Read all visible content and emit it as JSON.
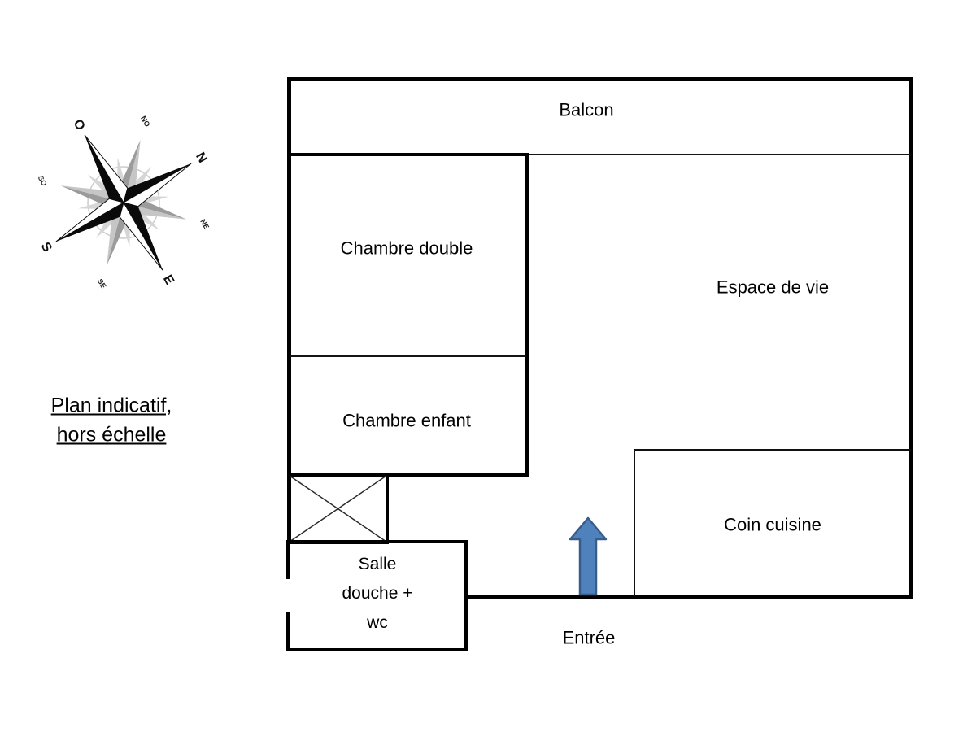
{
  "note": {
    "text": "Plan indicatif,\nhors échelle"
  },
  "compass": {
    "labels": {
      "o": "O",
      "no": "NO",
      "n": "N",
      "ne": "NE",
      "e": "E",
      "se": "SE",
      "s": "S",
      "so": "SO"
    }
  },
  "plan": {
    "rooms": {
      "balcony": {
        "label": "Balcon"
      },
      "double_bedroom": {
        "label": "Chambre double"
      },
      "child_bedroom": {
        "label": "Chambre enfant"
      },
      "living_area": {
        "label": "Espace de vie"
      },
      "kitchen": {
        "label": "Coin cuisine"
      },
      "bathroom": {
        "label": "Salle\ndouche +\nwc"
      },
      "entrance": {
        "label": "Entrée"
      }
    }
  },
  "colors": {
    "wall": "#000000",
    "text": "#000000",
    "arrow_fill": "#4f81bd",
    "arrow_stroke": "#385d8a"
  }
}
